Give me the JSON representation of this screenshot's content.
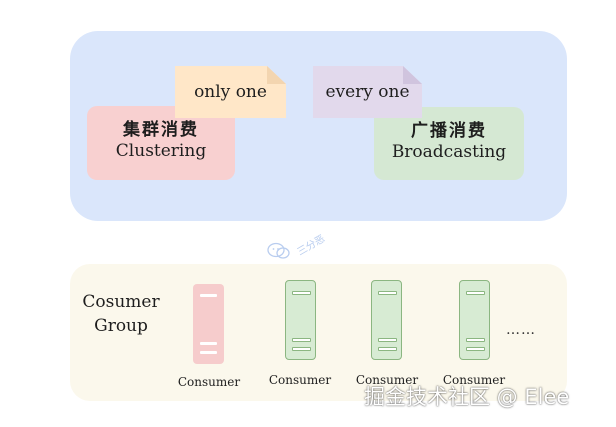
{
  "top": {
    "clustering": {
      "cn": "集群消费",
      "en": "Clustering"
    },
    "broadcasting": {
      "cn": "广播消费",
      "en": "Broadcasting"
    },
    "note_only": "only one",
    "note_every": "every one",
    "colors": {
      "panel": "#dae6fb",
      "clustering": "#f8d0d0",
      "broadcasting": "#d5e8d3",
      "note_only": "#ffe7c8",
      "note_every": "#e2d9ec"
    }
  },
  "small_watermark": "三分恶",
  "bottom": {
    "group_label_line1": "Cosumer",
    "group_label_line2": "Group",
    "consumers": [
      "Consumer",
      "Consumer",
      "Consumer",
      "Consumer"
    ],
    "ellipsis": "……",
    "colors": {
      "panel": "#fbf8ec",
      "server_red": "#f6cccc",
      "server_green": "#d7ebd3",
      "server_border": "#8bb681"
    }
  },
  "watermark": "掘金技术社区 @ Elee"
}
